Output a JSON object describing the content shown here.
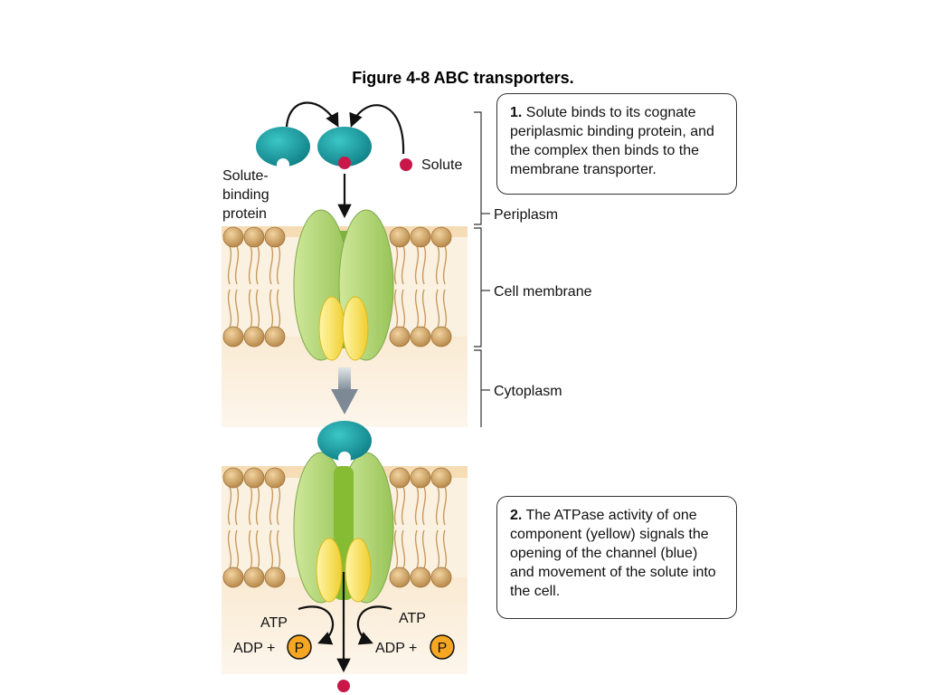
{
  "title": "Figure 4-8 ABC transporters.",
  "labels": {
    "solute": "Solute",
    "sbp_line1": "Solute-",
    "sbp_line2": "binding",
    "sbp_line3": "protein",
    "periplasm": "Periplasm",
    "cell_membrane": "Cell membrane",
    "cytoplasm": "Cytoplasm",
    "atp_left": "ATP",
    "atp_right": "ATP",
    "adp_left": "ADP +",
    "adp_right": "ADP +",
    "p_left": "P",
    "p_right": "P"
  },
  "step1": {
    "number": "1.",
    "text": "Solute binds to its cognate periplasmic binding protein, and the complex then binds to the membrane transporter."
  },
  "step2": {
    "number": "2.",
    "text": "The ATPase activity of one component (yellow) signals the opening of the channel (blue) and movement of the solute into the cell."
  },
  "colors": {
    "binding_protein": "#1aa3a6",
    "solute": "#c8184a",
    "transporter": "#a9d26a",
    "atpase": "#f4e04a",
    "lipid_head": "#d8a868",
    "cytoplasm": "#f7e2c4",
    "phosphate": "#f5a623"
  }
}
